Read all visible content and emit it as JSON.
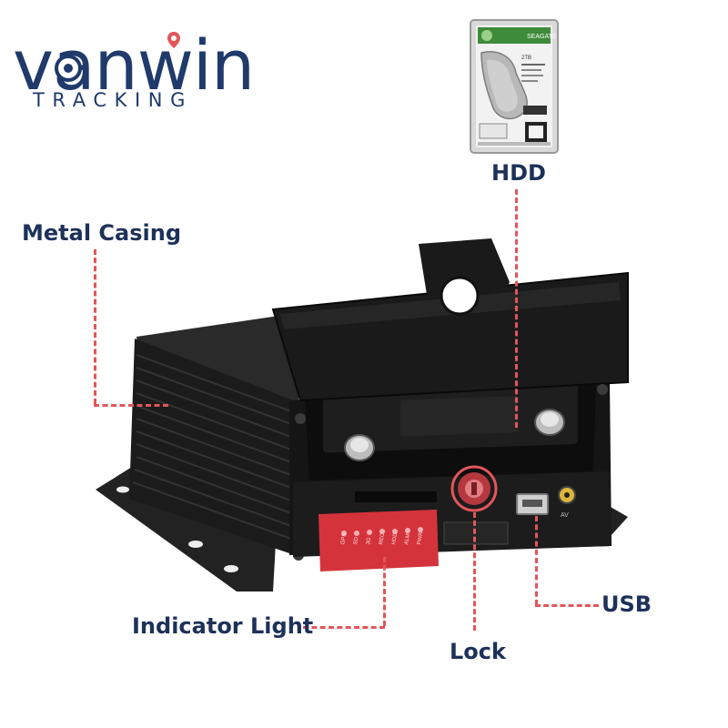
{
  "logo": {
    "wordmark": "vanwin",
    "subtitle": "TRACKING",
    "icons": [
      "eye-icon",
      "location-pin-icon"
    ]
  },
  "callouts": {
    "hdd": "HDD",
    "metal_casing": "Metal Casing",
    "indicator_light": "Indicator Light",
    "lock": "Lock",
    "usb": "USB"
  },
  "hdd_drive": {
    "brand": "SEAGATE",
    "capacity": "2TB"
  },
  "indicator_panel": {
    "labels": [
      "GPS",
      "SD",
      "3G",
      "REC",
      "HDD",
      "ALM",
      "PWR"
    ]
  },
  "usb_port": {
    "label": "AV"
  },
  "colors": {
    "brand_navy": "#1f3a6b",
    "callout_red": "#e2565a",
    "panel_red": "#d4333b",
    "casing_black": "#1a1a1a"
  }
}
